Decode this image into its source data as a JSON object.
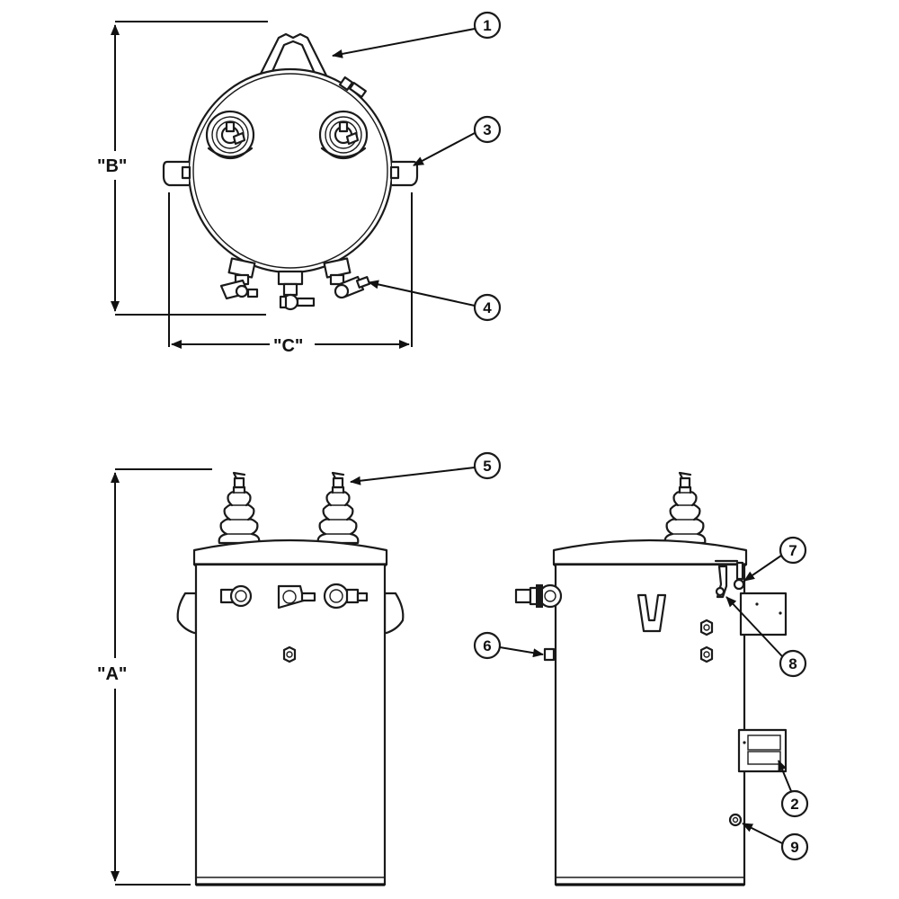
{
  "dimensions": {
    "a": "\"A\"",
    "b": "\"B\"",
    "c": "\"C\""
  },
  "callouts": [
    "1",
    "2",
    "3",
    "4",
    "5",
    "6",
    "7",
    "8",
    "9"
  ]
}
